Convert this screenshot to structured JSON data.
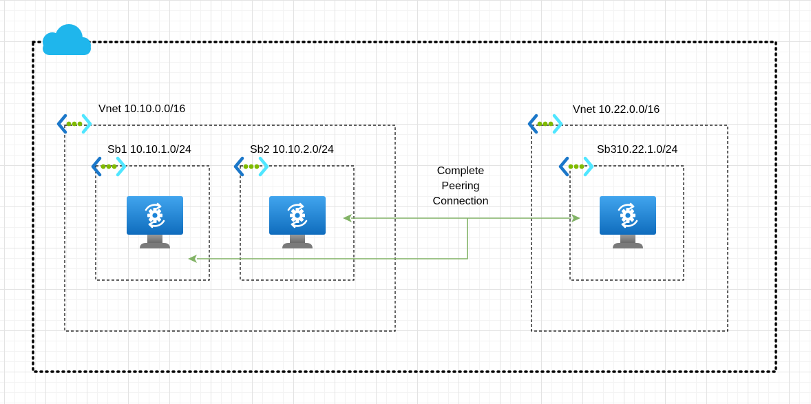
{
  "labels": {
    "vnet1": "Vnet 10.10.0.0/16",
    "vnet2": "Vnet 10.22.0.0/16",
    "sb1": "Sb1 10.10.1.0/24",
    "sb2": "Sb2 10.10.2.0/24",
    "sb3": "Sb310.22.1.0/24",
    "peering": [
      "Complete",
      "Peering",
      "Connection"
    ]
  },
  "icons": {
    "cloud": "cloud-icon",
    "vnet": "virtual-network-icon",
    "vm": "virtual-machine-icon"
  },
  "colors": {
    "cloud": "#1fb6ec",
    "vnet_chevron_dark": "#1b77c9",
    "vnet_chevron_light": "#50e6ff",
    "vnet_dots": "#7fba00",
    "vm_screen": "#0f7bd6",
    "vm_screen_light": "#41a5ee",
    "vm_stand": "#7a7a7a",
    "connector": "#82b366",
    "border": "#000000"
  }
}
